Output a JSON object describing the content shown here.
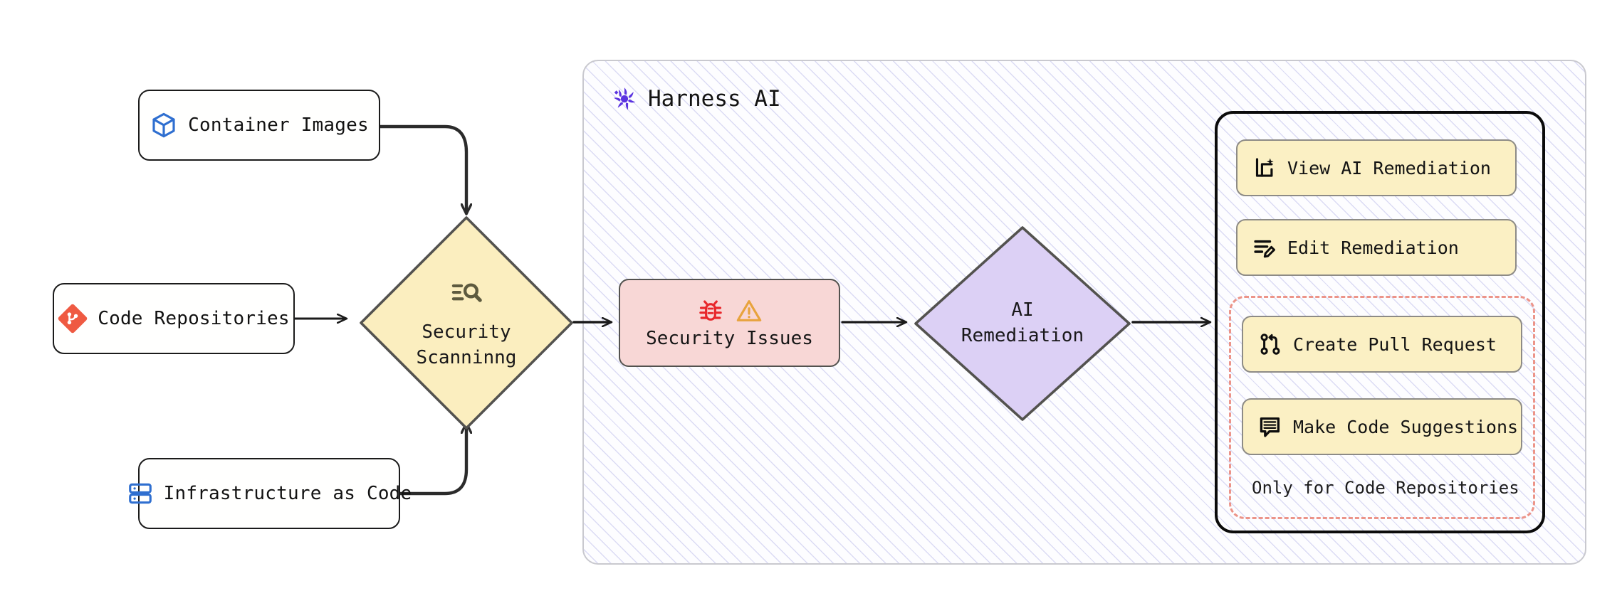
{
  "diagram": {
    "title": "Harness AI security scanning and AI remediation flow",
    "type": "flowchart",
    "direction": "left-to-right"
  },
  "inputs": [
    {
      "id": "container-images",
      "label": "Container Images",
      "icon": "cube-icon",
      "icon_color": "#2f6fd0"
    },
    {
      "id": "code-repositories",
      "label": "Code Repositories",
      "icon": "git-icon",
      "icon_color": "#ef5a42"
    },
    {
      "id": "infrastructure-as-code",
      "label": "Infrastructure as Code",
      "icon": "server-icon",
      "icon_color": "#2f6fd0"
    }
  ],
  "scanning": {
    "line1": "Security",
    "line2": "Scanninng",
    "icon": "scan-search-icon",
    "fill": "#fbeebf",
    "stroke": "#53524f",
    "icon_color": "#5d5a3e"
  },
  "harness": {
    "title": "Harness AI",
    "logo": "harness-pinwheel-logo",
    "logo_color": "#5b34e0",
    "border": "#c9c9cf"
  },
  "issues": {
    "label": "Security Issues",
    "icons": [
      "bug-icon",
      "warning-triangle-icon"
    ],
    "bug_color": "#e8262a",
    "warning_color": "#e8a33d",
    "fill": "#f8d7d6",
    "stroke": "#53524f"
  },
  "remediation": {
    "line1": "AI",
    "line2": "Remediation",
    "fill": "#dcd0f5",
    "stroke": "#53524f"
  },
  "actions": {
    "panel_border": "#0b0b0b",
    "button_fill": "#fbf0c4",
    "button_stroke": "#8d8b86",
    "dashed_color": "#ec9489",
    "items": [
      {
        "id": "view-ai-remediation",
        "label": "View AI Remediation",
        "icon": "ai-document-sparkle-icon",
        "in_dashed": false
      },
      {
        "id": "edit-remediation",
        "label": "Edit Remediation",
        "icon": "edit-pencil-lines-icon",
        "in_dashed": false
      },
      {
        "id": "create-pull-request",
        "label": "Create Pull Request",
        "icon": "pull-request-icon",
        "in_dashed": true
      },
      {
        "id": "make-code-suggestions",
        "label": "Make Code Suggestions",
        "icon": "comment-lines-icon",
        "in_dashed": true
      }
    ],
    "dashed_note": "Only for Code Repositories"
  },
  "edges": [
    {
      "from": "container-images",
      "to": "security-scanning",
      "style": "elbow-down"
    },
    {
      "from": "code-repositories",
      "to": "security-scanning",
      "style": "straight"
    },
    {
      "from": "infrastructure-as-code",
      "to": "security-scanning",
      "style": "elbow-up"
    },
    {
      "from": "security-scanning",
      "to": "security-issues",
      "style": "straight"
    },
    {
      "from": "security-issues",
      "to": "ai-remediation",
      "style": "straight"
    },
    {
      "from": "ai-remediation",
      "to": "actions-panel",
      "style": "straight"
    }
  ]
}
